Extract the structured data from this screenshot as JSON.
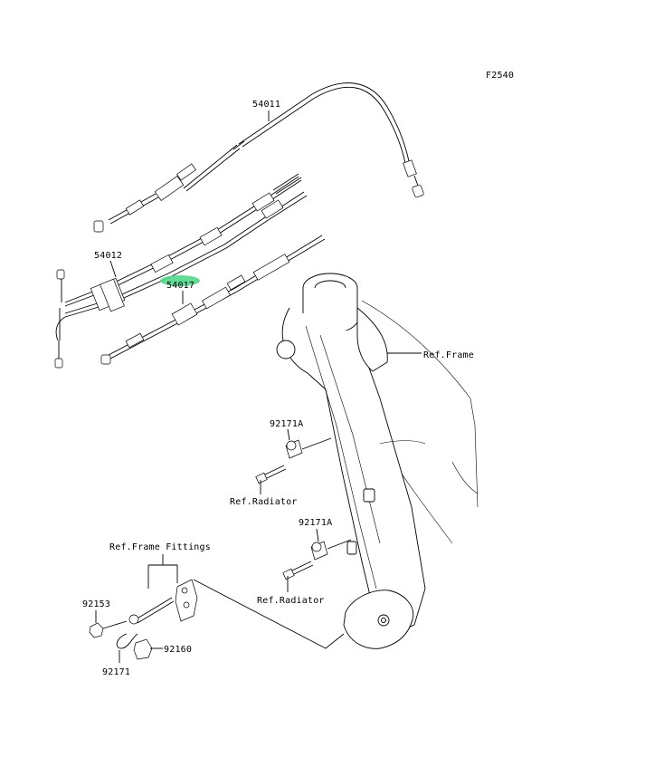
{
  "figure": {
    "code": "F2540"
  },
  "labels": {
    "p54011": "54011",
    "p54012": "54012",
    "p54017": "54017",
    "ref_frame": "Ref.Frame",
    "p92171A_upper": "92171A",
    "ref_radiator_upper": "Ref.Radiator",
    "p92171A_lower": "92171A",
    "ref_radiator_lower": "Ref.Radiator",
    "ref_frame_fittings": "Ref.Frame Fittings",
    "p92153": "92153",
    "p92160": "92160",
    "p92171": "92171"
  },
  "colors": {
    "highlight": "#4fd98a",
    "ink": "#000000"
  }
}
